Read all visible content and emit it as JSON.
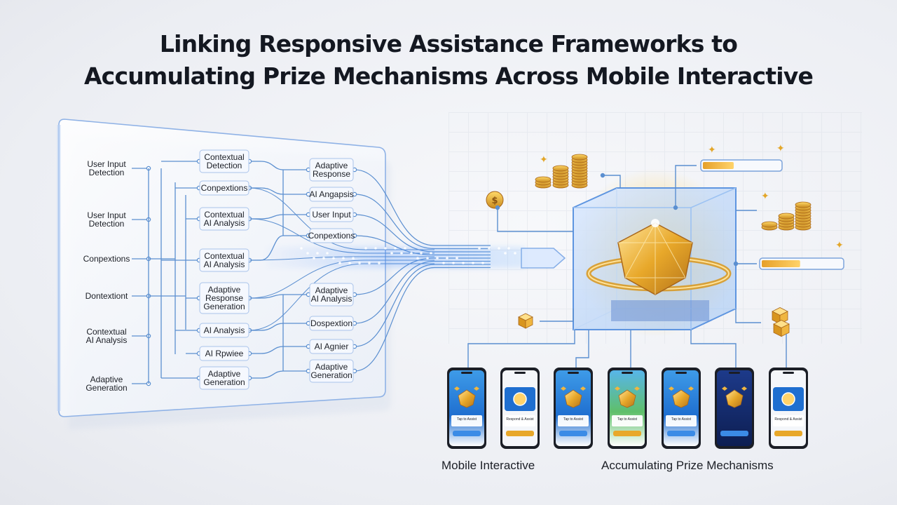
{
  "title": {
    "line1": "Linking Responsive Assistance Frameworks to",
    "line2": "Accumulating Prize Mechanisms Across Mobile Interactive"
  },
  "left_column": [
    [
      "User Input",
      "Detection"
    ],
    [
      "User Input",
      "Detection"
    ],
    [
      "Conpextions"
    ],
    [
      "Dontextiont"
    ],
    [
      "Contextual",
      "AI Analysis"
    ],
    [
      "Adaptive",
      "Generation"
    ]
  ],
  "middle_column": [
    [
      "Contextual",
      "Detection"
    ],
    [
      "Conpextions"
    ],
    [
      "Contextual",
      "AI Analysis"
    ],
    [
      "Contextual",
      "AI Analysis"
    ],
    [
      "Adaptive",
      "Response",
      "Generation"
    ],
    [
      "AI Analysis"
    ],
    [
      "AI Rpwiee"
    ],
    [
      "Adaptive",
      "Generation"
    ]
  ],
  "right_column": [
    [
      "Adaptive",
      "Response"
    ],
    [
      "AI Angapsis"
    ],
    [
      "User Input"
    ],
    [
      "Conpextions"
    ],
    [
      "Adaptive",
      "AI Analysis"
    ],
    [
      "Dospextion"
    ],
    [
      "AI Agnier"
    ],
    [
      "Adaptive",
      "Generation"
    ]
  ],
  "bottom_labels": {
    "left": "Mobile Interactive",
    "right": "Accumulating Prize Mechanisms"
  },
  "colors": {
    "accent_blue": "#3b82f6",
    "line_blue": "#5b8fd0",
    "gold": "#e3a628",
    "gold_dark": "#b9781a",
    "panel": "#f4f7fc"
  },
  "progress_bars": [
    {
      "fill": 0.4
    },
    {
      "fill": 0.48
    }
  ],
  "phones": [
    {
      "theme": "blue",
      "screen_text": [
        "Tap to Assist"
      ]
    },
    {
      "theme": "white",
      "screen_text": [
        "Respond & Assist"
      ]
    },
    {
      "theme": "blue",
      "screen_text": [
        "Tap to Assist"
      ]
    },
    {
      "theme": "green",
      "screen_text": [
        "Tap to Assist"
      ]
    },
    {
      "theme": "blue",
      "screen_text": [
        "Tap to Assist"
      ]
    },
    {
      "theme": "dark",
      "screen_text": [
        ""
      ]
    },
    {
      "theme": "white",
      "screen_text": [
        "Respond & Assist"
      ]
    }
  ]
}
